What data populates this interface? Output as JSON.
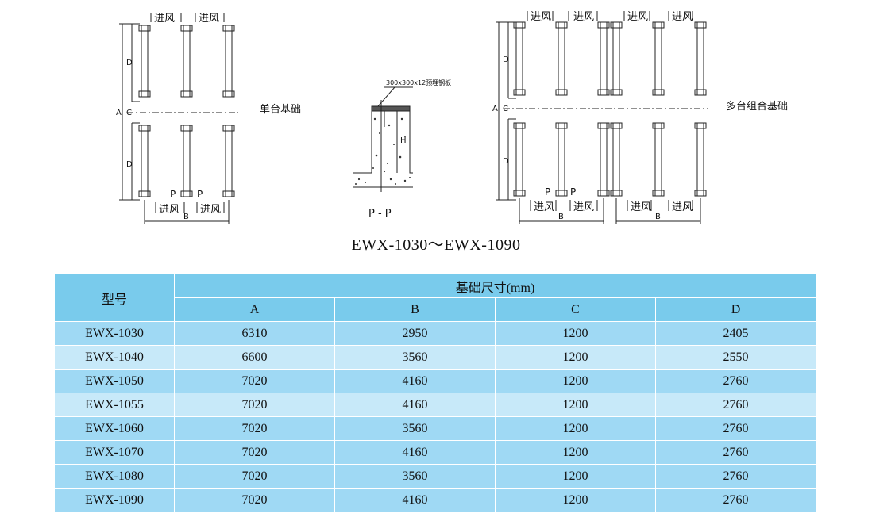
{
  "drawing": {
    "inlet_label": "进风",
    "single_title": "单台基础",
    "multi_title": "多台组合基础",
    "dims": {
      "a": "A",
      "b": "B",
      "c": "C",
      "d": "D",
      "h": "H",
      "p": "P"
    },
    "plate_note": "300x300x12预埋钢板",
    "section_label": "P - P"
  },
  "caption": "EWX-1030～EWX-1090",
  "table": {
    "model_header": "型号",
    "group_header": "基础尺寸(mm)",
    "columns": [
      "A",
      "B",
      "C",
      "D"
    ],
    "rows": [
      {
        "model": "EWX-1030",
        "values": [
          "6310",
          "2950",
          "1200",
          "2405"
        ]
      },
      {
        "model": "EWX-1040",
        "values": [
          "6600",
          "3560",
          "1200",
          "2550"
        ]
      },
      {
        "model": "EWX-1050",
        "values": [
          "7020",
          "4160",
          "1200",
          "2760"
        ]
      },
      {
        "model": "EWX-1055",
        "values": [
          "7020",
          "4160",
          "1200",
          "2760"
        ]
      },
      {
        "model": "EWX-1060",
        "values": [
          "7020",
          "3560",
          "1200",
          "2760"
        ]
      },
      {
        "model": "EWX-1070",
        "values": [
          "7020",
          "4160",
          "1200",
          "2760"
        ]
      },
      {
        "model": "EWX-1080",
        "values": [
          "7020",
          "3560",
          "1200",
          "2760"
        ]
      },
      {
        "model": "EWX-1090",
        "values": [
          "7020",
          "4160",
          "1200",
          "2760"
        ]
      }
    ]
  },
  "colors": {
    "header": "#79cbec",
    "row_dark": "#9fd9f4",
    "row_light": "#c7e9f9"
  }
}
